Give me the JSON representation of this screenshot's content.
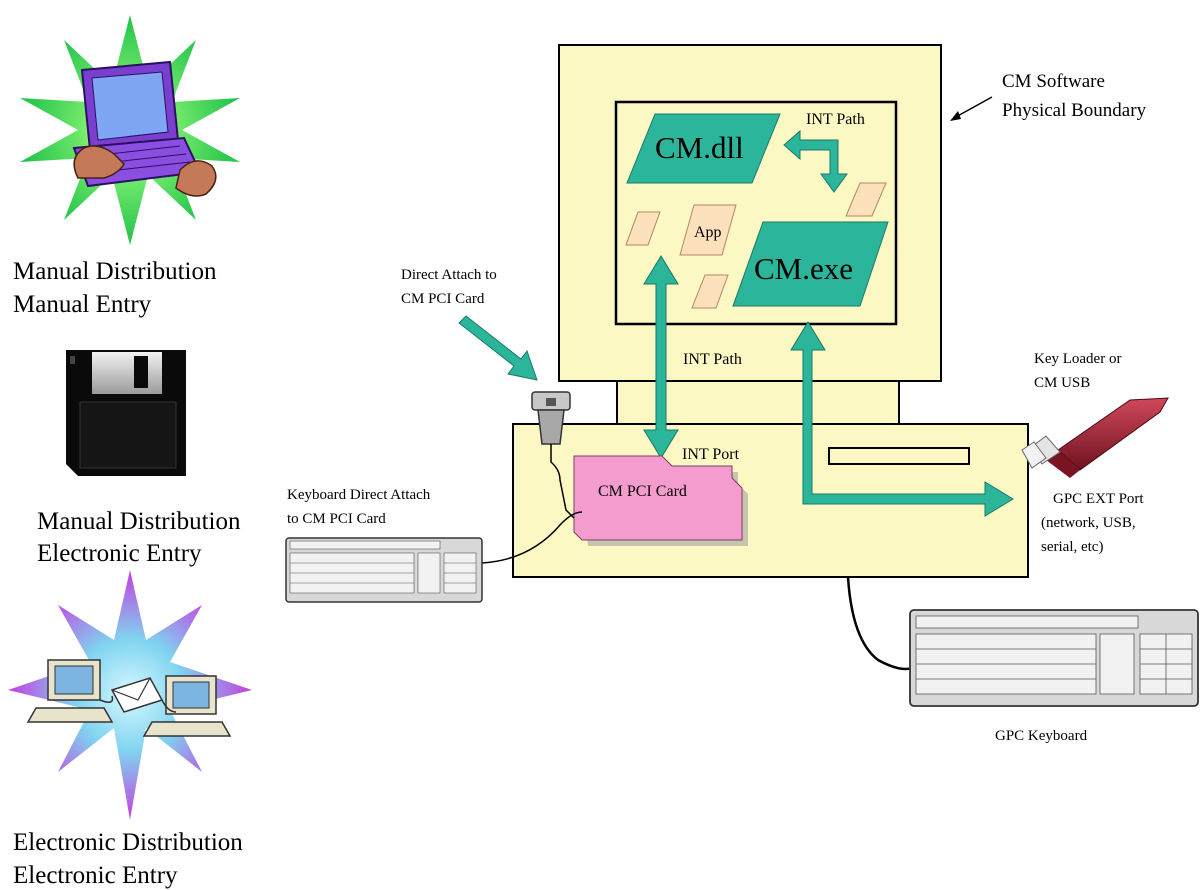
{
  "left_panel": {
    "manual_manual": {
      "line1": "Manual Distribution",
      "line2": "Manual Entry"
    },
    "manual_electronic": {
      "line1": "Manual Distribution",
      "line2": "Electronic Entry"
    },
    "electronic_electronic": {
      "line1": "Electronic Distribution",
      "line2": "Electronic Entry"
    }
  },
  "monitor": {
    "boundary_label": {
      "line1": "CM Software",
      "line2": "Physical Boundary"
    },
    "cm_dll": "CM.dll",
    "cm_exe": "CM.exe",
    "app": "App",
    "int_path_top": "INT Path"
  },
  "pc": {
    "direct_attach": {
      "line1": "Direct Attach to",
      "line2": "CM PCI Card"
    },
    "int_path": "INT Path",
    "int_port": "INT Port",
    "pci_card": "CM PCI Card",
    "keyboard_direct": {
      "line1": "Keyboard Direct Attach",
      "line2": "to CM PCI Card"
    },
    "key_loader": {
      "line1": "Key Loader or",
      "line2": "CM USB"
    },
    "gpc_ext_port": {
      "line1": "GPC EXT Port",
      "line2": "(network, USB,",
      "line3": "serial, etc)"
    },
    "gpc_keyboard": "GPC Keyboard"
  },
  "colors": {
    "teal": "#2bb59a",
    "beige": "#fbf8c4",
    "pink": "#f49ccd",
    "peach": "#fde0bc",
    "starGreen": "#3dd44a",
    "starPurple": "#c040e0",
    "usbRed": "#9c1c2c"
  }
}
